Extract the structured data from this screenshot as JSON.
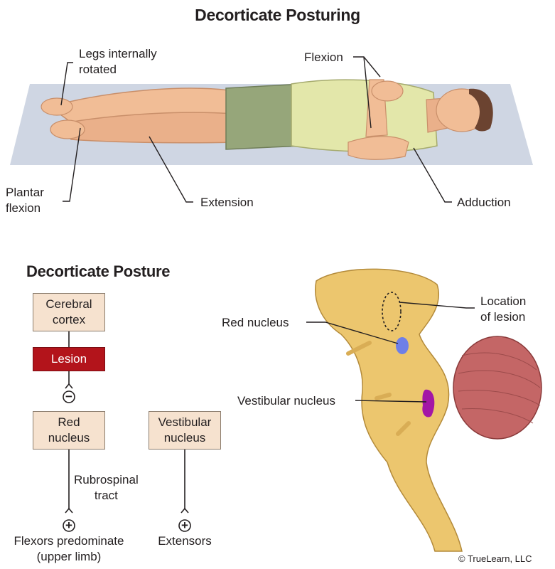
{
  "top": {
    "title": "Decorticate Posturing",
    "labels": {
      "legs": "Legs internally\nrotated",
      "flexion": "Flexion",
      "plantar": "Plantar\nflexion",
      "extension": "Extension",
      "adduction": "Adduction"
    }
  },
  "flow": {
    "title": "Decorticate Posture",
    "cerebral": "Cerebral\ncortex",
    "lesion": "Lesion",
    "red_nucleus": "Red\nnucleus",
    "vestibular_nucleus": "Vestibular\nnucleus",
    "tract": "Rubrospinal\ntract",
    "flexors": "Flexors predominate\n(upper limb)",
    "extensors": "Extensors",
    "minus": "−",
    "plus": "+"
  },
  "brain": {
    "red_nucleus": "Red nucleus",
    "lesion_location": "Location\nof lesion",
    "vestibular_nucleus": "Vestibular nucleus"
  },
  "copyright": "© TrueLearn, LLC",
  "colors": {
    "lesion": "#b3141b",
    "box": "#f6e2cf",
    "red_nucleus_marker": "#6e7fe8",
    "vestibular_marker": "#a316a6"
  }
}
